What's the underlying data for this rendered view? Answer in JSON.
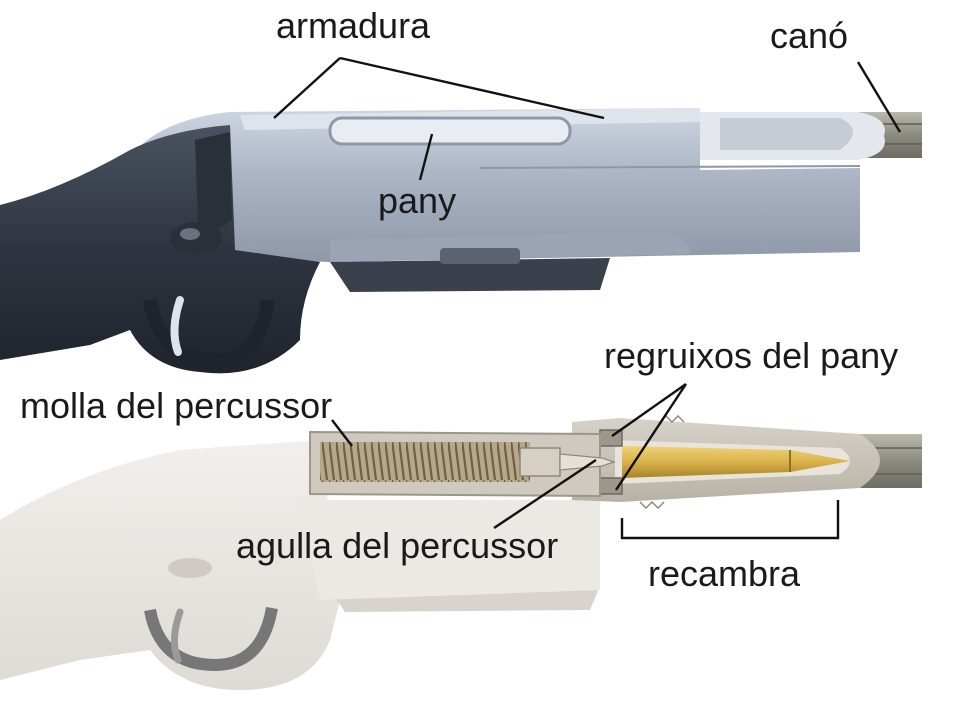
{
  "labels": {
    "armadura": "armadura",
    "cano": "canó",
    "pany": "pany",
    "regruixos": "regruixos del pany",
    "molla": "molla del percussor",
    "agulla": "agulla del percussor",
    "recambra": "recambra"
  },
  "colors": {
    "stock": "#2e3540",
    "receiver": "#a9b3c3",
    "barrel": "#8a8a80",
    "brass": "#d9b24a",
    "ghost": "#e9e6e2",
    "line": "#111111"
  }
}
